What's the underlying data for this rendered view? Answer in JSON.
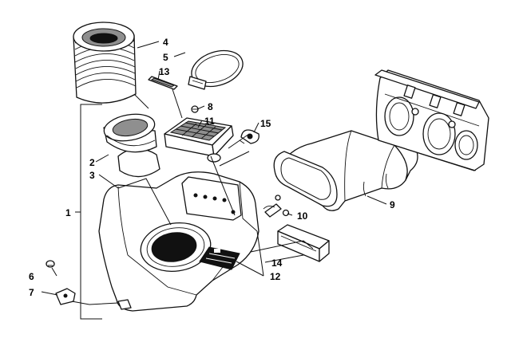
{
  "callouts": {
    "c1": "1",
    "c2": "2",
    "c3": "3",
    "c4": "4",
    "c5": "5",
    "c6": "6",
    "c7": "7",
    "c8": "8",
    "c9": "9",
    "c10": "10",
    "c11": "11",
    "c12": "12",
    "c13": "13",
    "c14": "14",
    "c15": "15"
  },
  "colors": {
    "ink": "#111111",
    "paper": "#ffffff",
    "shade": "#8f8f8f"
  }
}
